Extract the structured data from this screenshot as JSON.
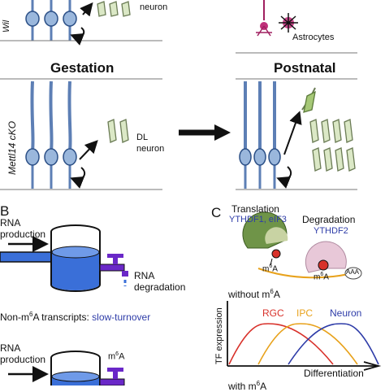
{
  "panel_a": {
    "wt_label_fragment": "Wil",
    "neuron_label_top": "neuron",
    "astrocytes_label": "Astrocytes",
    "gestation_label": "Gestation",
    "postnatal_label": "Postnatal",
    "cko_label": "Mettl14 cKO",
    "dl_label": "DL",
    "dl_neuron_label": "neuron"
  },
  "panel_b": {
    "letter": "B",
    "rna_production_line1": "RNA",
    "rna_production_line2": "production",
    "rna_degradation_line1": "RNA",
    "rna_degradation_line2": "degradation",
    "non_m6a_prefix": "Non-m",
    "non_m6a_sup": "6",
    "non_m6a_suffix": "A transcripts: ",
    "slow_turnover": "slow-turnover",
    "rna_production2_line1": "RNA",
    "rna_production2_line2": "production",
    "m6a_tap_m": "m",
    "m6a_tap_sup": "6",
    "m6a_tap_a": "A"
  },
  "panel_c": {
    "letter": "C",
    "translation_label": "Translation",
    "translation_readers": "YTHDF1, eIF3",
    "degradation_label": "Degradation",
    "degradation_reader": "YTHDF2",
    "m6a_left_m": "m",
    "m6a_left_sup": "6",
    "m6a_left_a": "A",
    "m6a_right_m": "m",
    "m6a_right_sup": "6",
    "m6a_right_a": "A",
    "polya": "AAA",
    "without_prefix": "without m",
    "without_sup": "6",
    "without_suffix": "A",
    "y_axis_label": "TF expression",
    "x_axis_label": "Differentiation",
    "rgc_label": "RGC",
    "ipc_label": "IPC",
    "neuron_label": "Neuron",
    "with_prefix": "with m",
    "with_sup": "6",
    "with_suffix": "A",
    "colors": {
      "rgc": "#d8312a",
      "ipc": "#e8a21c",
      "neuron": "#2e3ca8"
    }
  }
}
